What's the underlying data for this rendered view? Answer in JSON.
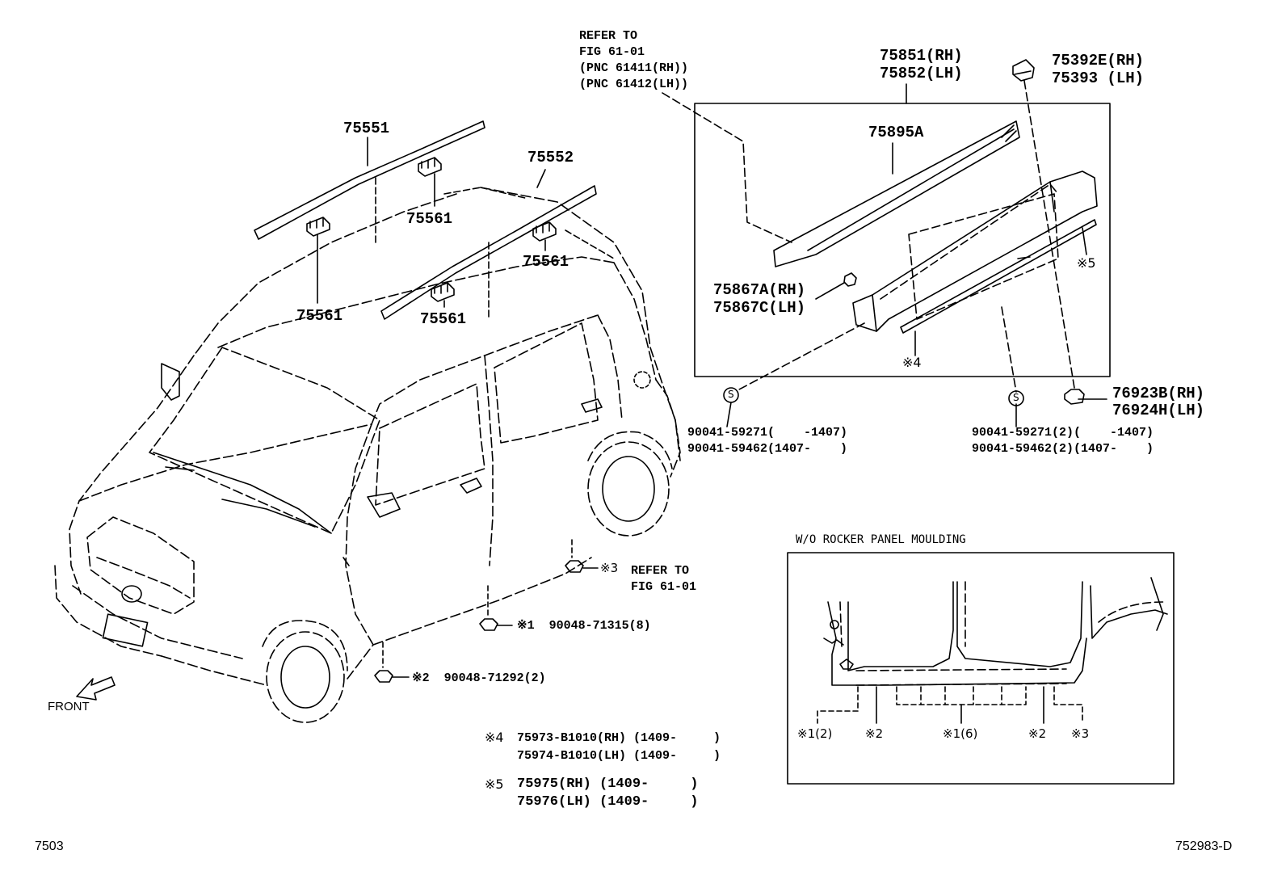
{
  "diagram": {
    "refer_top": {
      "line1": "REFER TO",
      "line2": "FIG 61-01",
      "line3": "(PNC 61411(RH))",
      "line4": "(PNC 61412(LH))"
    },
    "parts": {
      "p75551": "75551",
      "p75552": "75552",
      "p75561_a": "75561",
      "p75561_b": "75561",
      "p75561_c": "75561",
      "p75561_d": "75561",
      "p75851": "75851(RH)",
      "p75852": "75852(LH)",
      "p75392e": "75392E(RH)",
      "p75393": "75393 (LH)",
      "p75895a": "75895A",
      "p75867a": "75867A(RH)",
      "p75867c": "75867C(LH)",
      "note5": "※5",
      "note4": "※4",
      "p76923b": "76923B(RH)",
      "p76924h": "76924H(LH)",
      "s90041_left_1": "90041-59271(    -1407)",
      "s90041_left_2": "90041-59462(1407-    )",
      "s90041_right_1": "90041-59271(2)(    -1407)",
      "s90041_right_2": "90041-59462(2)(1407-    )",
      "clip3_mark": "※3",
      "clip3_ref1": "REFER TO",
      "clip3_ref2": "FIG 61-01",
      "clip1": "※1  90048-71315(8)",
      "clip2": "※2  90048-71292(2)",
      "front": "FRONT"
    },
    "inset": {
      "title": "W/O ROCKER PANEL MOULDING",
      "l1": "※1(2)",
      "l2": "※2",
      "l3": "※1(6)",
      "l4": "※2",
      "l5": "※3"
    },
    "footnotes": {
      "n4_mark": "※4",
      "n4_line1": "75973-B1010(RH) (1409-     )",
      "n4_line2": "75974-B1010(LH) (1409-     )",
      "n5_mark": "※5",
      "n5_line1": "75975(RH) (1409-     )",
      "n5_line2": "75976(LH) (1409-     )"
    },
    "corner": {
      "left": "7503",
      "right": "752983-D"
    },
    "screw_symbol": "S"
  }
}
